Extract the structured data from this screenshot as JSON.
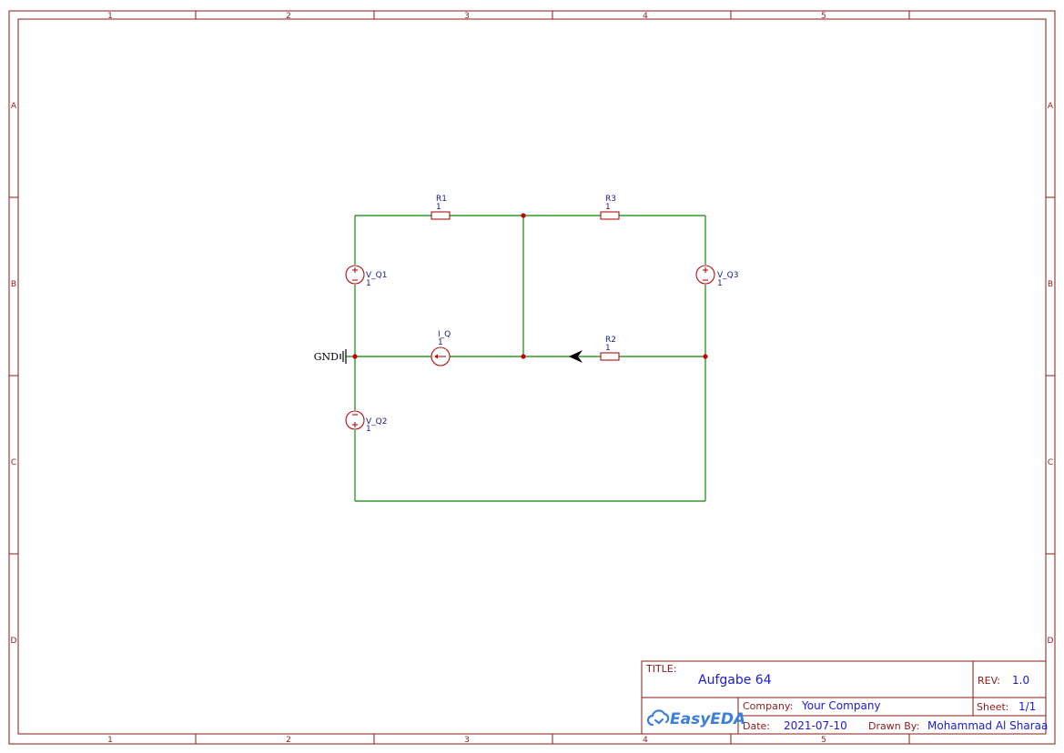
{
  "sheet": {
    "columns": [
      "1",
      "2",
      "3",
      "4",
      "5"
    ],
    "rows": [
      "A",
      "B",
      "C",
      "D"
    ]
  },
  "components": {
    "r1": {
      "ref": "R1",
      "value": "1"
    },
    "r2": {
      "ref": "R2",
      "value": "1"
    },
    "r3": {
      "ref": "R3",
      "value": "1"
    },
    "vq1": {
      "ref": "V_Q1",
      "value": "1"
    },
    "vq2": {
      "ref": "V_Q2",
      "value": "1"
    },
    "vq3": {
      "ref": "V_Q3",
      "value": "1"
    },
    "iq": {
      "ref": "I_Q",
      "value": "1"
    },
    "gnd": {
      "label": "GND"
    }
  },
  "title_block": {
    "title_label": "TITLE:",
    "title": "Aufgabe 64",
    "rev_label": "REV:",
    "rev": "1.0",
    "company_label": "Company:",
    "company": "Your Company",
    "sheet_label": "Sheet:",
    "sheet": "1/1",
    "date_label": "Date:",
    "date": "2021-07-10",
    "drawn_by_label": "Drawn By:",
    "drawn_by": "Mohammad Al Sharaa",
    "logo_text": "EasyEDA"
  },
  "colors": {
    "frame": "#8b1a1a",
    "wire": "#2e9a2e",
    "component": "#b01010",
    "junction": "#c80000",
    "reference_text": "#1a1a8a",
    "title_text": "#1a1ad8",
    "logo": "#3b7fd9"
  }
}
